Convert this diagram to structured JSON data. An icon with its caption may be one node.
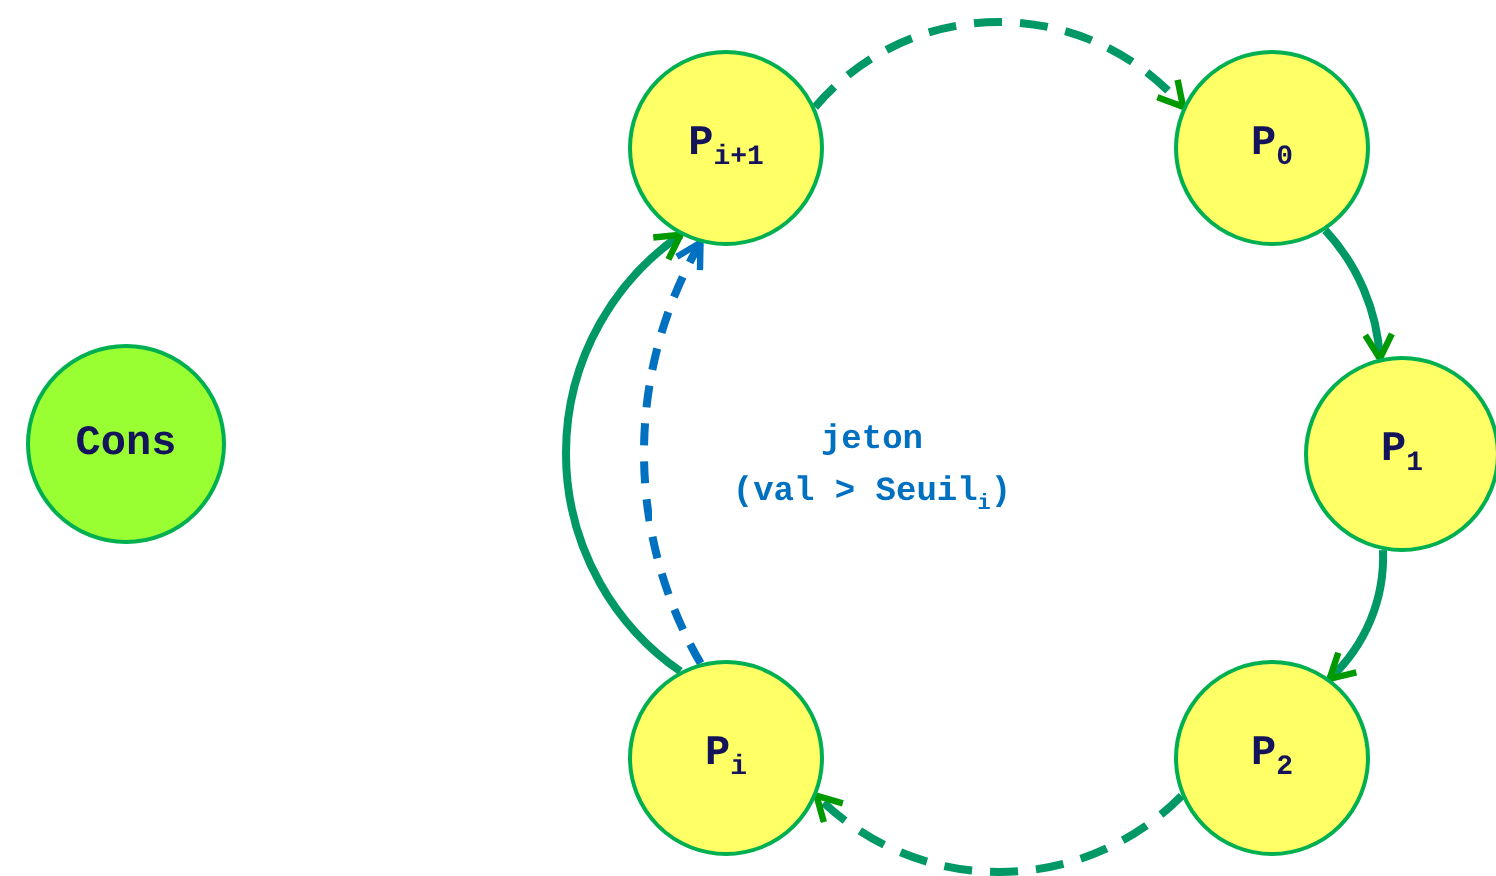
{
  "diagram": {
    "nodes": [
      {
        "text": [
          "Cons"
        ]
      },
      {
        "text": [
          "P$_{i+1}$"
        ]
      },
      {
        "text": [
          "P$_{0}$"
        ]
      },
      {
        "text": [
          "P$_{1}$"
        ]
      },
      {
        "text": [
          "P$_{2}$"
        ]
      },
      {
        "text": [
          "P$_{i}$"
        ]
      }
    ],
    "edges": [
      {
        "from": 1,
        "to": 2,
        "arrow": "to",
        "style": "dashed"
      },
      {
        "from": 2,
        "to": 3,
        "arrow": "to"
      },
      {
        "from": 3,
        "to": 4,
        "arrow": "to"
      },
      {
        "from": 4,
        "to": 5,
        "arrow": "to",
        "style": "dashed"
      },
      {
        "from": 5,
        "to": 1,
        "arrow": "to"
      },
      {
        "from": 5,
        "to": 1,
        "arrow": "to",
        "style": "dashed",
        "color": "#0070c0",
        "label": "jeton (val > Seuil$_{i}$)"
      }
    ]
  }
}
